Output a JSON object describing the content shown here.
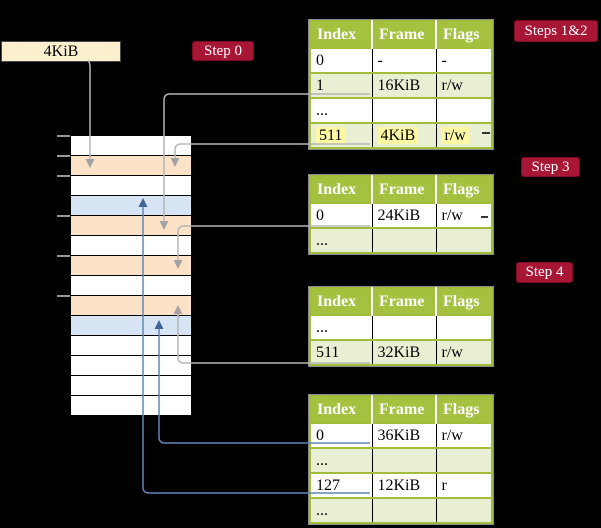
{
  "colors": {
    "background": "#000000",
    "label_red_bg": "#a81636",
    "label_red_border": "#7d0a26",
    "frame_label_bg": "#fbf0cd",
    "frame_label_border": "#4a4a4a",
    "table_header_bg": "#a4c13f",
    "table_border_green": "#a2bd3c",
    "table_row_green": "#e9efd3",
    "highlight_yellow": "#fcf8a3",
    "memory_white": "#ffffff",
    "memory_orange": "#fce3c7",
    "memory_blue": "#d7e4f3",
    "arrow_gray": "#b5b5b5",
    "arrow_gray_head": "#a3a3a3",
    "arrow_blue": "#6485b5",
    "arrow_blue_head": "#41639c",
    "tick_gray": "#999999",
    "stub_dark": "#333333"
  },
  "frame_label": {
    "text": "4KiB"
  },
  "step_labels": [
    {
      "id": "step-0",
      "text": "Step 0"
    },
    {
      "id": "steps-1-2",
      "text": "Steps 1&2"
    },
    {
      "id": "step-3",
      "text": "Step 3"
    },
    {
      "id": "step-4",
      "text": "Step 4"
    }
  ],
  "memory": {
    "rows": [
      "white",
      "orange",
      "white",
      "blue",
      "orange",
      "white",
      "orange",
      "white",
      "orange",
      "blue",
      "white",
      "white",
      "white",
      "white"
    ],
    "tick_rows": [
      0,
      1,
      2,
      4,
      6,
      8
    ]
  },
  "tables": [
    {
      "headers": [
        "Index",
        "Frame",
        "Flags"
      ],
      "rows": [
        {
          "cells": [
            "0",
            "-",
            "-"
          ],
          "shaded": false,
          "highlighted": false
        },
        {
          "cells": [
            "1",
            "16KiB",
            "r/w"
          ],
          "shaded": true,
          "highlighted": false
        },
        {
          "cells": [
            "...",
            "",
            ""
          ],
          "shaded": false,
          "highlighted": false
        },
        {
          "cells": [
            "511",
            "4KiB",
            "r/w"
          ],
          "shaded": true,
          "highlighted": true
        }
      ]
    },
    {
      "headers": [
        "Index",
        "Frame",
        "Flags"
      ],
      "rows": [
        {
          "cells": [
            "0",
            "24KiB",
            "r/w"
          ],
          "shaded": false,
          "highlighted": false
        },
        {
          "cells": [
            "...",
            "",
            ""
          ],
          "shaded": true,
          "highlighted": false
        }
      ]
    },
    {
      "headers": [
        "Index",
        "Frame",
        "Flags"
      ],
      "rows": [
        {
          "cells": [
            "...",
            "",
            ""
          ],
          "shaded": false,
          "highlighted": false
        },
        {
          "cells": [
            "511",
            "32KiB",
            "r/w"
          ],
          "shaded": true,
          "highlighted": false
        }
      ]
    },
    {
      "headers": [
        "Index",
        "Frame",
        "Flags"
      ],
      "rows": [
        {
          "cells": [
            "0",
            "36KiB",
            "r/w"
          ],
          "shaded": false,
          "highlighted": false
        },
        {
          "cells": [
            "...",
            "",
            ""
          ],
          "shaded": true,
          "highlighted": false
        },
        {
          "cells": [
            "127",
            "12KiB",
            "r"
          ],
          "shaded": false,
          "highlighted": false
        },
        {
          "cells": [
            "...",
            "",
            ""
          ],
          "shaded": true,
          "highlighted": false
        }
      ]
    }
  ],
  "connections": [
    {
      "from": "frame-address-label",
      "to": "memory-frame-4KiB",
      "color": "gray"
    },
    {
      "from": "table-1-entry-1-16KiB",
      "to": "memory-frame-16KiB",
      "color": "gray"
    },
    {
      "from": "table-1-entry-511-4KiB",
      "to": "memory-frame-4KiB",
      "color": "gray"
    },
    {
      "from": "table-2-entry-0-24KiB",
      "to": "memory-frame-24KiB",
      "color": "gray"
    },
    {
      "from": "table-3-entry-511-32KiB",
      "to": "memory-frame-32KiB",
      "color": "gray"
    },
    {
      "from": "table-4-entry-0-36KiB",
      "to": "memory-frame-36KiB",
      "color": "blue"
    },
    {
      "from": "table-4-entry-127-12KiB",
      "to": "memory-frame-12KiB",
      "color": "blue"
    }
  ]
}
